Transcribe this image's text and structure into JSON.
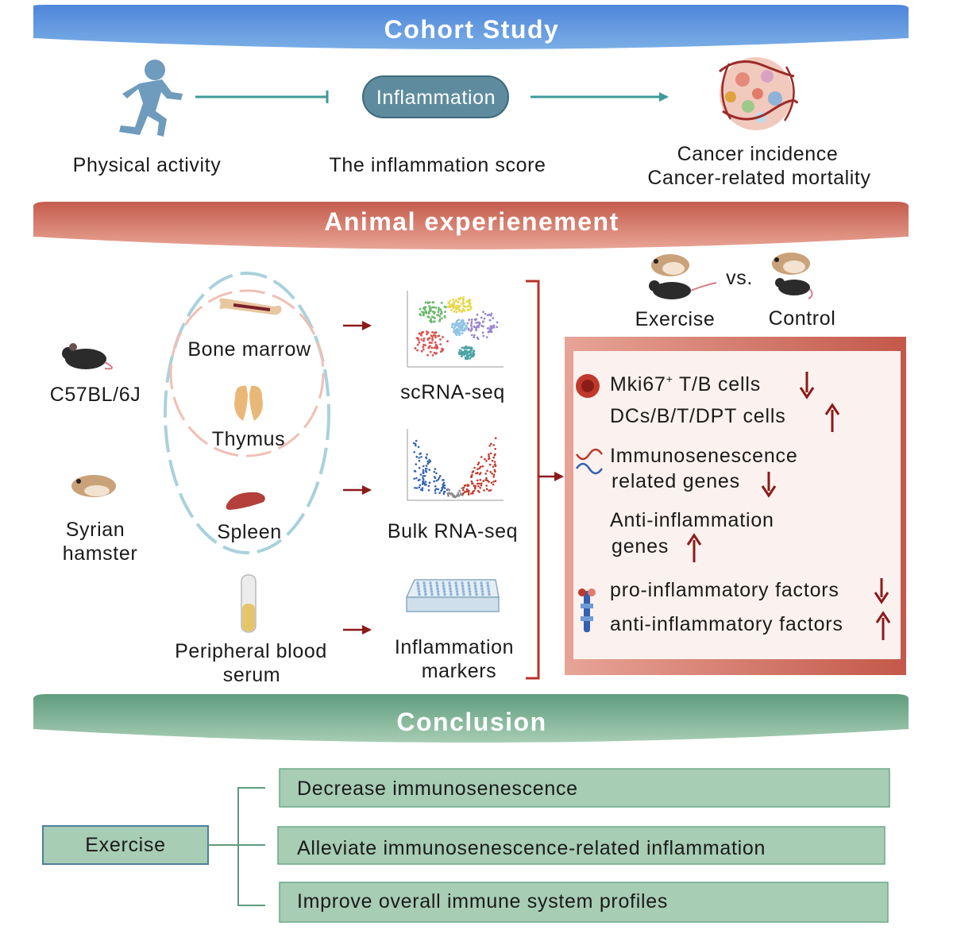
{
  "cohort": {
    "banner": "Cohort Study",
    "physical_activity": "Physical activity",
    "inflammation_pill": "Inflammation",
    "inflammation_score": "The inflammation score",
    "cancer_incidence": "Cancer incidence",
    "cancer_mortality": "Cancer-related mortality"
  },
  "animal": {
    "banner": "Animal experienement",
    "strain_mouse": "C57BL/6J",
    "strain_hamster_1": "Syrian",
    "strain_hamster_2": "hamster",
    "bone_marrow": "Bone marrow",
    "thymus": "Thymus",
    "spleen": "Spleen",
    "blood_1": "Peripheral blood",
    "blood_2": "serum",
    "scrna": "scRNA-seq",
    "bulk": "Bulk RNA-seq",
    "markers_1": "Inflammation",
    "markers_2": "markers",
    "vs": "vs.",
    "exercise": "Exercise",
    "control": "Control"
  },
  "results": {
    "mki67_a": "Mki67",
    "mki67_sup": "+",
    "mki67_b": " T/B cells",
    "dcs": "DCs/B/T/DPT cells",
    "immuno_1": "Immunosenescence",
    "immuno_2": "related genes",
    "anti_1": "Anti-inflammation",
    "anti_2": "genes",
    "pro_factors": "pro-inflammatory factors",
    "anti_factors": "anti-inflammatory factors"
  },
  "conclusion": {
    "banner": "Conclusion",
    "exercise": "Exercise",
    "item1": "Decrease immunosenescence",
    "item2": "Alleviate immunosenescence-related inflammation",
    "item3": "Improve overall immune system profiles"
  },
  "colors": {
    "blue_banner": "#5a8fdc",
    "red_banner": "#c9685a",
    "green_banner": "#6fa88a",
    "teal_arrow": "#3f9a9a",
    "dark_red_arrow": "#8b1a1a",
    "conclusion_box": "#a7cdb4"
  },
  "icons": [
    "running-person-icon",
    "tumor-icon",
    "mouse-icon",
    "hamster-icon",
    "bone-icon",
    "thymus-icon",
    "spleen-icon",
    "blood-tube-icon",
    "umap-plot-icon",
    "volcano-plot-icon",
    "well-plate-icon",
    "cell-icon",
    "dna-icon",
    "receptor-icon"
  ]
}
